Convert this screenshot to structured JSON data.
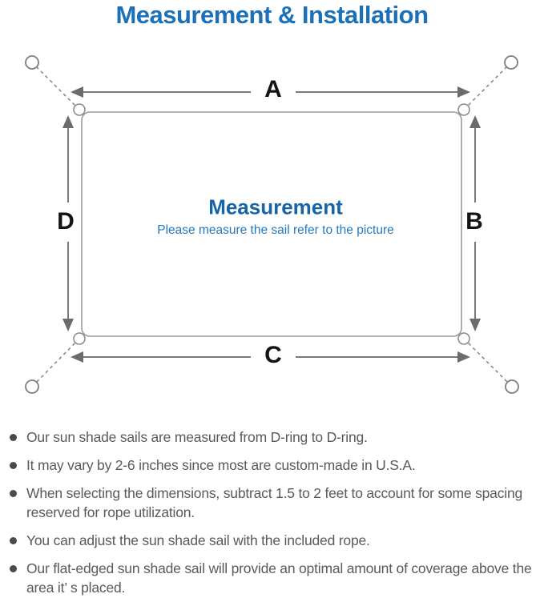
{
  "title": "Measurement & Installation",
  "diagram": {
    "labels": {
      "a": "A",
      "b": "B",
      "c": "C",
      "d": "D"
    },
    "center_title": "Measurement",
    "center_subtitle": "Please measure the sail refer to the picture"
  },
  "bullets": [
    "Our sun shade sails are measured from D-ring to D-ring.",
    "It may vary by 2-6 inches since most are custom-made in U.S.A.",
    "When selecting the dimensions, subtract 1.5 to 2 feet to account for some spacing reserved for rope utilization.",
    "You can adjust the sun shade sail with the included rope.",
    "Our flat-edged sun shade sail will provide an optimal amount of coverage above the area it’ s placed."
  ],
  "colors": {
    "title_blue": "#1c70b8",
    "center_title_blue": "#1565a8",
    "center_subtitle_blue": "#2779bd",
    "outline_gray": "#9b9b9b",
    "dimension_line_gray": "#7a7a7a",
    "arrow_gray": "#6c6c6c",
    "bullet_text_gray": "#595a5c"
  }
}
